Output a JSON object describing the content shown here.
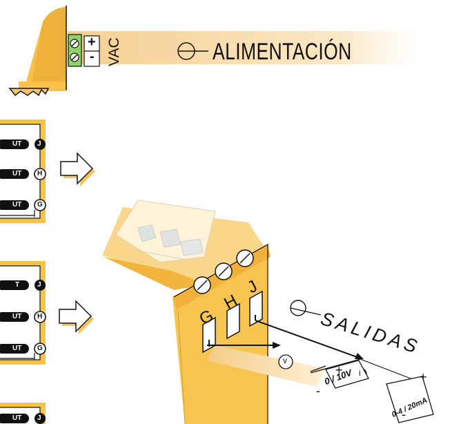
{
  "power": {
    "title": "ALIMENTACIÓN",
    "vac_label": "VAC",
    "plus": "+",
    "minus": "-"
  },
  "outputs": {
    "title": "SALIDAS",
    "terminals": [
      "G",
      "H",
      "J"
    ],
    "voltage_marker": "v",
    "current_marker": "i",
    "voltage_range": "0 / 10V",
    "current_range": "0-4 / 20mA",
    "plus": "+",
    "minus": "-"
  },
  "side_panels": [
    {
      "rows": [
        {
          "text": "UT",
          "badge": "J"
        },
        {
          "text": "UT",
          "badge": "H"
        },
        {
          "text": "UT",
          "badge": "G"
        }
      ]
    },
    {
      "rows": [
        {
          "text": "T",
          "badge": "J"
        },
        {
          "text": "UT",
          "badge": "H"
        },
        {
          "text": "UT",
          "badge": "G"
        }
      ]
    },
    {
      "rows": [
        {
          "text": "UT",
          "badge": "J"
        }
      ]
    }
  ],
  "colors": {
    "panel": "#f7c24a",
    "panel_light": "#fbe3a0",
    "terminal_green": "#8ed36a",
    "strip": "#fbe6c4",
    "outline": "#111111"
  }
}
